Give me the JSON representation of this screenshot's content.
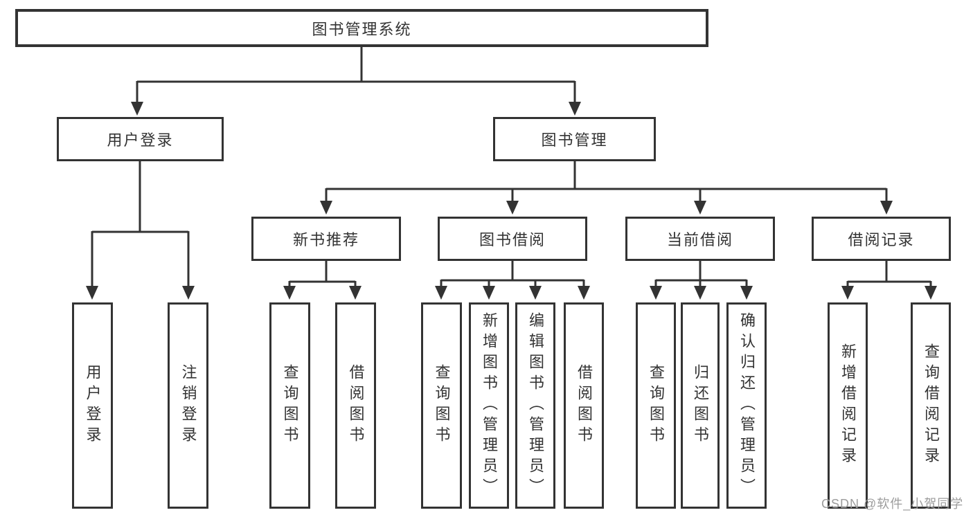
{
  "diagram": {
    "type": "hierarchy",
    "colors": {
      "line": "#333333",
      "text": "#333333",
      "box_background": "#ffffff",
      "page_background": "#ffffff",
      "watermark": "#9c9c9c"
    },
    "nodes": {
      "root": {
        "label": "图书管理系统"
      },
      "userLogin": {
        "label": "用户登录",
        "children": [
          {
            "label": "用户登录"
          },
          {
            "label": "注销登录"
          }
        ]
      },
      "bookManagement": {
        "label": "图书管理",
        "children_labels": [
          "新书推荐",
          "图书借阅",
          "当前借阅",
          "借阅记录"
        ]
      },
      "newBookRecommend": {
        "label": "新书推荐",
        "children": [
          {
            "label": "查询图书"
          },
          {
            "label": "借阅图书"
          }
        ]
      },
      "bookBorrow": {
        "label": "图书借阅",
        "children": [
          {
            "label": "查询图书"
          },
          {
            "label": "新增图书（管理员）"
          },
          {
            "label": "编辑图书（管理员）"
          },
          {
            "label": "借阅图书"
          }
        ]
      },
      "currentBorrow": {
        "label": "当前借阅",
        "children": [
          {
            "label": "查询图书"
          },
          {
            "label": "归还图书"
          },
          {
            "label": "确认归还（管理员）"
          }
        ]
      },
      "borrowRecords": {
        "label": "借阅记录",
        "children": [
          {
            "label": "新增借阅记录"
          },
          {
            "label": "查询借阅记录"
          }
        ]
      }
    }
  },
  "watermark": {
    "text": "CSDN @软件_小贺同学"
  }
}
